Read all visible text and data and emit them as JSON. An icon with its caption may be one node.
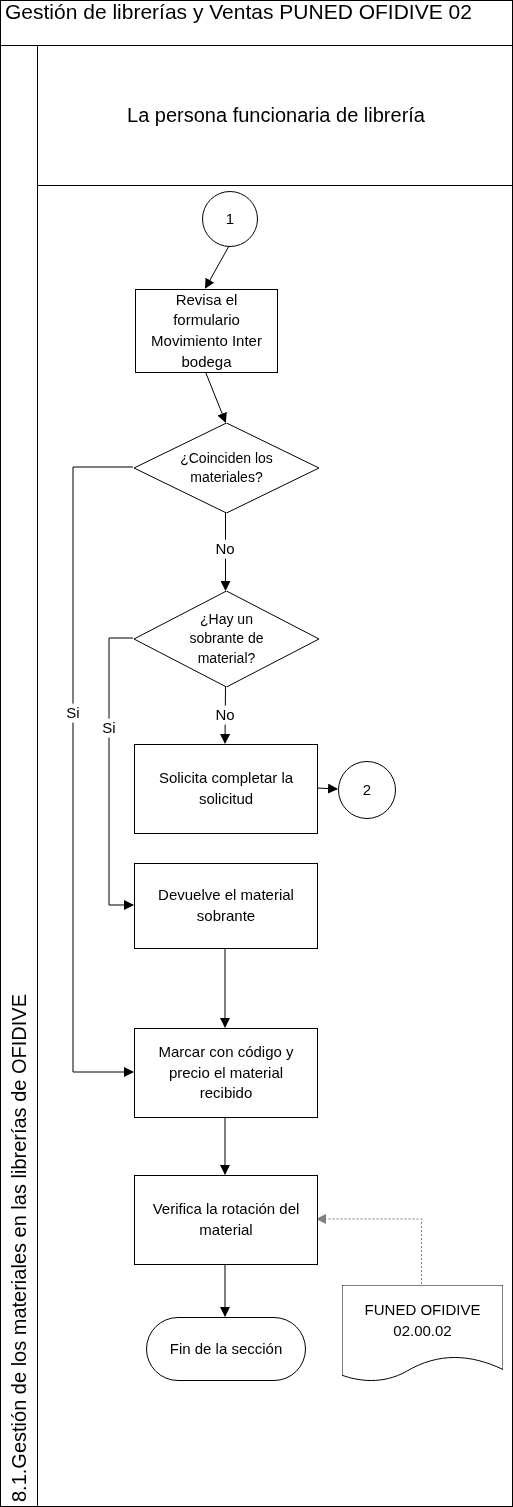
{
  "diagram": {
    "title": "Gestión de librerías y Ventas PUNED OFIDIVE 02",
    "nodes": [
      {
        "text": [
          "8.1.Gestión de los materiales en las librerías de OFIDIVE"
        ]
      },
      {
        "text": [
          "La persona funcionaria de librería"
        ],
        "in": 0
      },
      {
        "text": [
          "1"
        ],
        "in": 0
      },
      {
        "text": [
          "Revisa el formulario Movimiento Inter bodega"
        ],
        "in": 0
      },
      {
        "text": [
          "¿Coinciden los materiales?"
        ],
        "in": 0
      },
      {
        "text": [
          "¿Hay un sobrante de material?"
        ],
        "in": 0
      },
      {
        "text": [
          "Solicita completar la solicitud"
        ],
        "in": 0
      },
      {
        "text": [
          "2"
        ],
        "in": 0
      },
      {
        "text": [
          "Devuelve el material sobrante"
        ],
        "in": 0
      },
      {
        "text": [
          "Marcar con código y precio el material recibido"
        ],
        "in": 0
      },
      {
        "text": [
          "Verifica la rotación del material"
        ],
        "in": 0
      },
      {
        "text": [
          "Fin de la sección"
        ],
        "in": 0
      },
      {
        "text": [
          "FUNED OFIDIVE 02.00.02"
        ],
        "in": 0
      }
    ],
    "edges": [
      {
        "from": 2,
        "to": 3,
        "arrow": "to"
      },
      {
        "from": 3,
        "to": 4,
        "arrow": "to"
      },
      {
        "from": 4,
        "to": 5,
        "arrow": "to",
        "label": "No"
      },
      {
        "from": 5,
        "to": 6,
        "arrow": "to",
        "label": "No"
      },
      {
        "from": 6,
        "to": 7,
        "arrow": "to"
      },
      {
        "from": 4,
        "to": 9,
        "arrow": "to",
        "label": "Si"
      },
      {
        "from": 5,
        "to": 8,
        "arrow": "to",
        "label": "Si"
      },
      {
        "from": 8,
        "to": 9,
        "arrow": "to"
      },
      {
        "from": 9,
        "to": 10,
        "arrow": "to"
      },
      {
        "from": 10,
        "to": 11,
        "arrow": "to"
      },
      {
        "from": 12,
        "to": 10,
        "arrow": "to",
        "style": "dashed",
        "color": "#808080"
      }
    ]
  }
}
